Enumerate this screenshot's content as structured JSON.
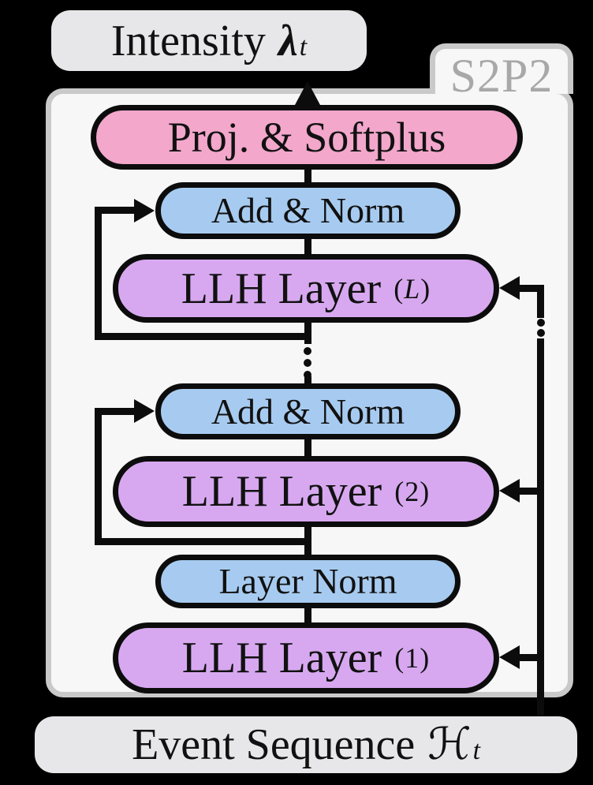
{
  "badge": "S2P2",
  "io": {
    "intensity": {
      "word": "Intensity",
      "symbol": "λ",
      "subscript": "t"
    },
    "event": {
      "word": "Event Sequence",
      "symbol": "ℋ",
      "subscript": "t"
    }
  },
  "blocks": {
    "proj": "Proj. & Softplus",
    "add_norm_top": "Add & Norm",
    "add_norm_mid": "Add & Norm",
    "layer_norm": "Layer Norm",
    "llh_top": "LLH Layer",
    "llh_mid": "LLH Layer",
    "llh_bottom": "LLH Layer",
    "idx_L": {
      "open": "(",
      "value": "L",
      "close": ")"
    },
    "idx_2": {
      "open": "(",
      "value": "2",
      "close": ")"
    },
    "idx_1": {
      "open": "(",
      "value": "1",
      "close": ")"
    }
  },
  "colors": {
    "background": "#000000",
    "panel_fill": "#f7f7f7",
    "panel_border": "#c9c9c9",
    "io_box_fill": "#e7e7e9",
    "proj_fill": "#f2a7cb",
    "norm_fill": "#a7cbf0",
    "llh_fill": "#d7a8f0",
    "line": "#0c0c0c",
    "badge_text": "#a8a8a8"
  }
}
